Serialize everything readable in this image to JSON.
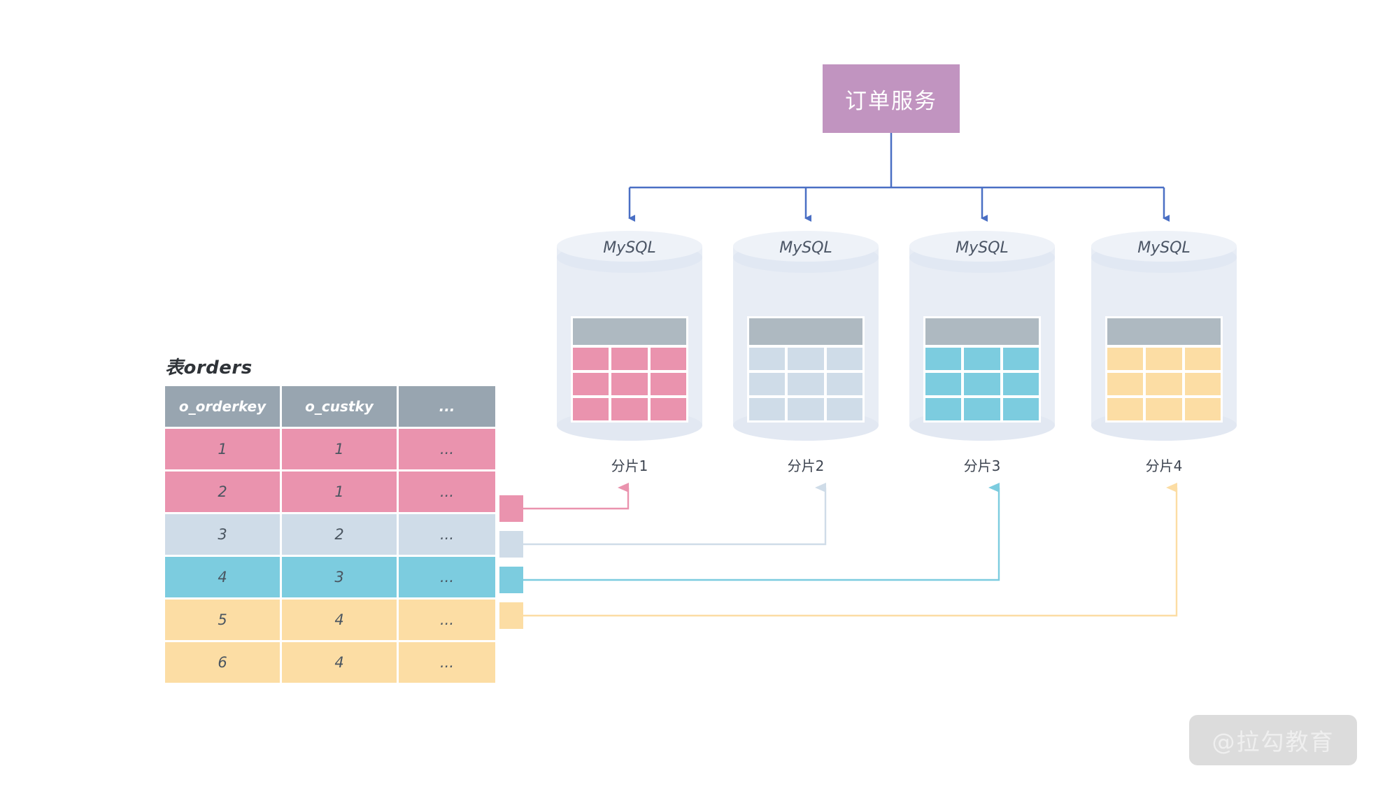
{
  "diagram": {
    "service": {
      "label": "订单服务",
      "color": "#c194c0"
    },
    "shards": [
      {
        "db_label": "MySQL",
        "caption": "分片1",
        "cell_color": "#ea93ae"
      },
      {
        "db_label": "MySQL",
        "caption": "分片2",
        "cell_color": "#cfdce8"
      },
      {
        "db_label": "MySQL",
        "caption": "分片3",
        "cell_color": "#7cccdf"
      },
      {
        "db_label": "MySQL",
        "caption": "分片4",
        "cell_color": "#fcdda4"
      }
    ],
    "source_table": {
      "title": "表orders",
      "header_color": "#98a5b0",
      "columns": [
        "o_orderkey",
        "o_custky",
        "..."
      ],
      "rows": [
        {
          "cells": [
            "1",
            "1",
            "..."
          ],
          "color": "#ea93ae",
          "shard": "分片1"
        },
        {
          "cells": [
            "2",
            "1",
            "..."
          ],
          "color": "#ea93ae",
          "shard": "分片1"
        },
        {
          "cells": [
            "3",
            "2",
            "..."
          ],
          "color": "#cfdce8",
          "shard": "分片2"
        },
        {
          "cells": [
            "4",
            "3",
            "..."
          ],
          "color": "#7cccdf",
          "shard": "分片3"
        },
        {
          "cells": [
            "5",
            "4",
            "..."
          ],
          "color": "#fcdda4",
          "shard": "分片4"
        },
        {
          "cells": [
            "6",
            "4",
            "..."
          ],
          "color": "#fcdda4",
          "shard": "分片4"
        }
      ]
    },
    "legend_swatches": [
      {
        "color": "#ea93ae",
        "target": "分片1"
      },
      {
        "color": "#cfdce8",
        "target": "分片2"
      },
      {
        "color": "#7cccdf",
        "target": "分片3"
      },
      {
        "color": "#fcdda4",
        "target": "分片4"
      }
    ],
    "connector_color": "#4a6fc4",
    "mini_table_header_color": "#aeb9c1",
    "cylinder_color": "#e8edf5"
  },
  "watermark": {
    "text": "@拉勾教育"
  }
}
